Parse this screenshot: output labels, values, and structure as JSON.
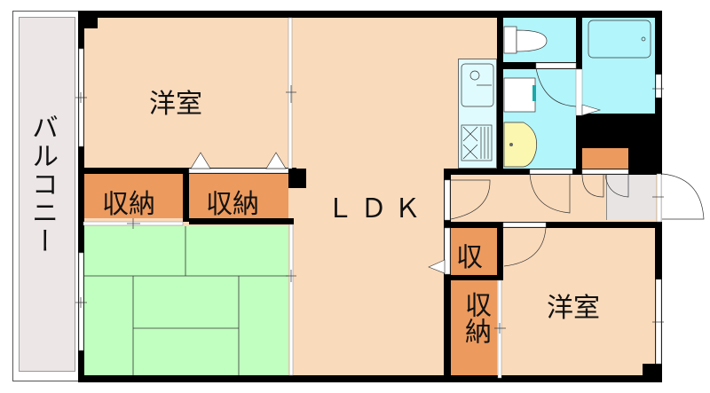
{
  "floorplan": {
    "colors": {
      "western_room": "#f9dabb",
      "storage": "#ec9a5e",
      "tatami": "#c0ffc0",
      "wet_area": "#b2f5fb",
      "balcony": "#ece6e6",
      "entrance": "#e8e4e4",
      "wall": "#000000",
      "washbasin": "#fbf7b0"
    },
    "rooms": {
      "balcony": {
        "label": "バルコニー"
      },
      "western_room_1": {
        "label": "洋室"
      },
      "storage_1": {
        "label": "収納"
      },
      "storage_2": {
        "label": "収納"
      },
      "tatami_room": {
        "label": ""
      },
      "ldk": {
        "label": "ＬＤＫ"
      },
      "storage_3": {
        "label": "収"
      },
      "storage_4": {
        "label": "収納"
      },
      "western_room_2": {
        "label": "洋室"
      },
      "toilet": {
        "label": ""
      },
      "bathroom": {
        "label": ""
      },
      "washroom": {
        "label": ""
      },
      "entrance": {
        "label": ""
      }
    },
    "fixtures": [
      "toilet-icon",
      "bathtub-icon",
      "sink-icon",
      "stove-icon",
      "washing-machine-icon",
      "washbasin-icon"
    ]
  }
}
